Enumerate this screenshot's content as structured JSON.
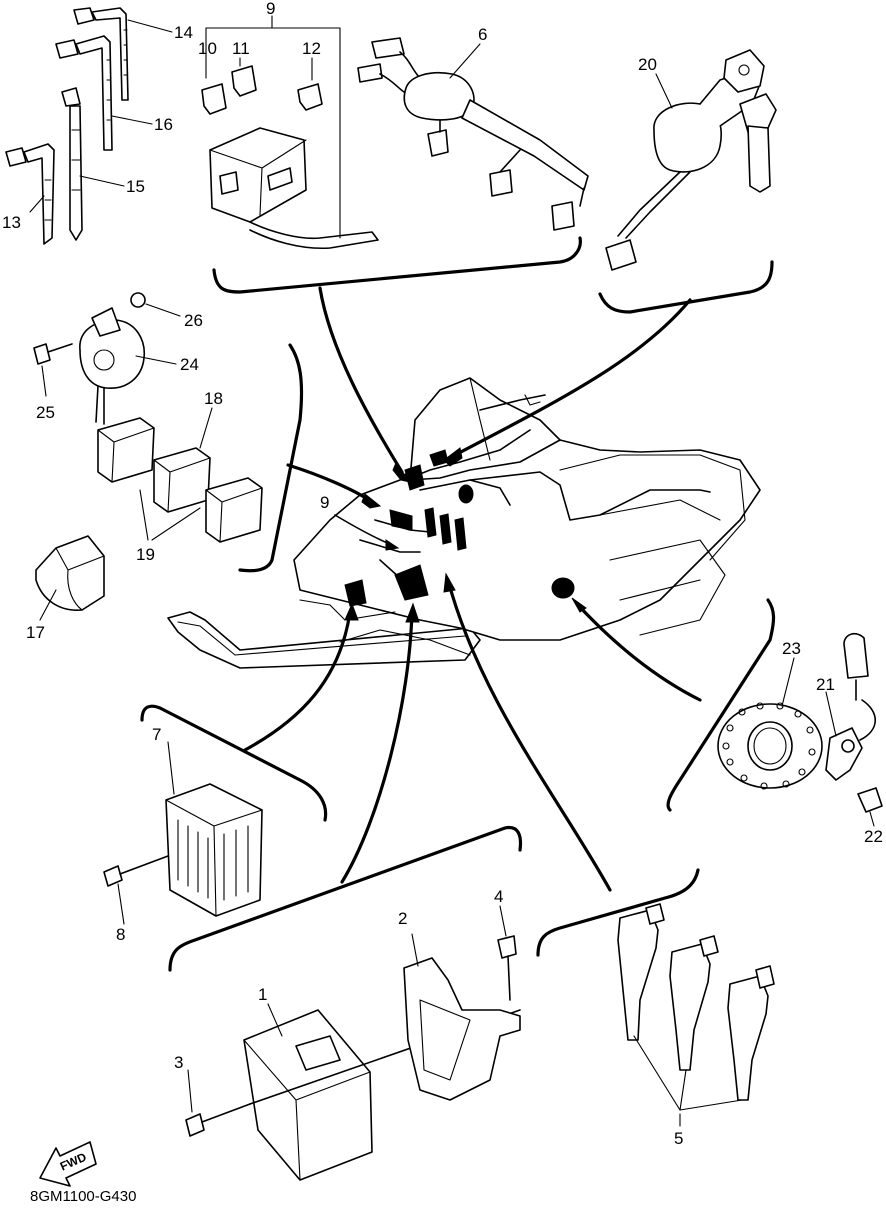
{
  "callouts": {
    "c1": "1",
    "c2": "2",
    "c3": "3",
    "c4": "4",
    "c5": "5",
    "c6": "6",
    "c7": "7",
    "c8": "8",
    "c9": "9",
    "c9b": "9",
    "c10": "10",
    "c11": "11",
    "c12": "12",
    "c13": "13",
    "c14": "14",
    "c15": "15",
    "c16": "16",
    "c17": "17",
    "c18": "18",
    "c19": "19",
    "c20": "20",
    "c21": "21",
    "c22": "22",
    "c23": "23",
    "c24": "24",
    "c25": "25",
    "c26": "26"
  },
  "fwd_label": "FWD",
  "drawing_code": "8GM1100-G430"
}
